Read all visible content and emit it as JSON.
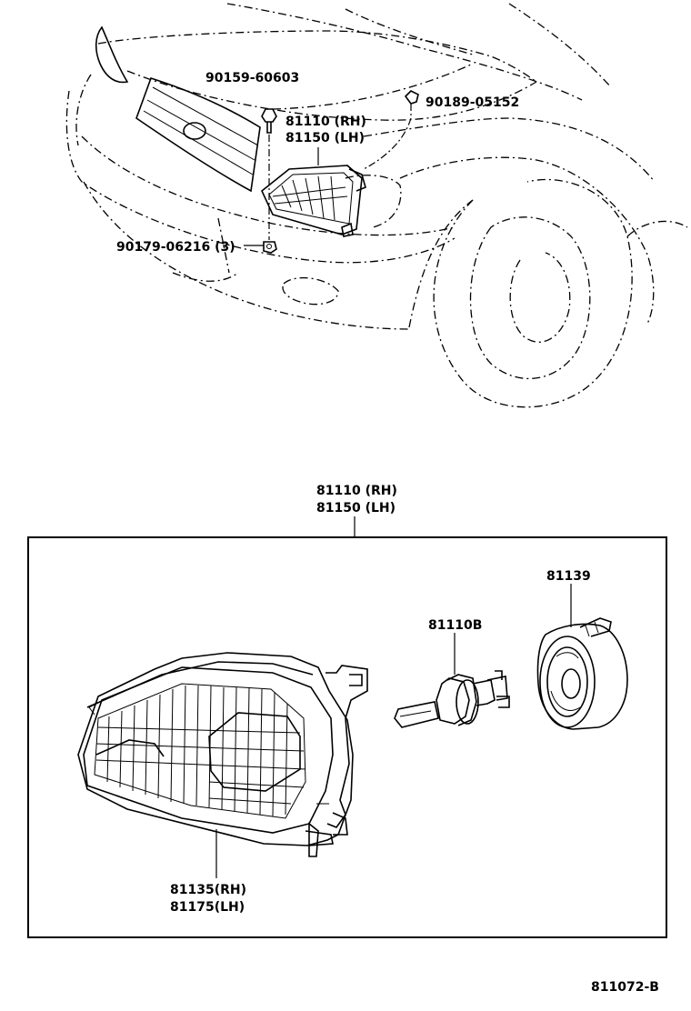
{
  "callouts": {
    "bolt_top": "90159-60603",
    "clip": "90189-05152",
    "assy_rh_top": "81110 (RH)",
    "assy_lh_top": "81150 (LH)",
    "nut": "90179-06216 (3)",
    "assy_rh_box": "81110 (RH)",
    "assy_lh_box": "81150 (LH)",
    "bulb": "81110B",
    "socket_cover": "81139",
    "lens_rh": "81135(RH)",
    "lens_lh": "81175(LH)"
  },
  "figure_number": "811072-B"
}
